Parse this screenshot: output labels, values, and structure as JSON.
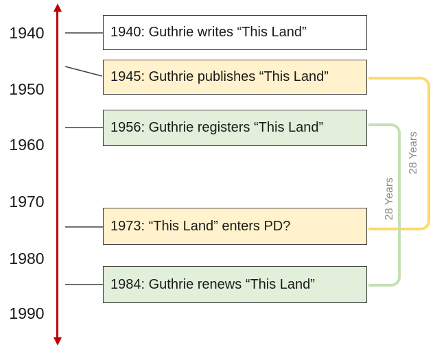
{
  "colors": {
    "axis_red": "#C00000",
    "box_border": "#404040",
    "white_fill": "#FFFFFF",
    "yellow_fill": "#FFF2CC",
    "green_fill": "#E2EFDA",
    "yellow_bracket": "#FFD966",
    "green_bracket": "#C5E0B4",
    "label_gray": "#8A8A8A",
    "connector_gray": "#404040",
    "text_black": "#1A1A1A"
  },
  "axis": {
    "years": [
      "1940",
      "1950",
      "1960",
      "1970",
      "1980",
      "1990"
    ]
  },
  "events": [
    {
      "year": "1940",
      "label": "1940:  Guthrie writes “This Land”",
      "fill": "white"
    },
    {
      "year": "1945",
      "label": "1945:  Guthrie publishes “This Land”",
      "fill": "yellow"
    },
    {
      "year": "1956",
      "label": "1956:  Guthrie registers “This Land”",
      "fill": "green"
    },
    {
      "year": "1973",
      "label": "1973: “This Land” enters PD?",
      "fill": "yellow"
    },
    {
      "year": "1984",
      "label": "1984:  Guthrie renews “This Land”",
      "fill": "green"
    }
  ],
  "brackets": [
    {
      "label": "28 Years",
      "color": "yellow",
      "from": "1945",
      "to": "1973"
    },
    {
      "label": "28 Years",
      "color": "green",
      "from": "1956",
      "to": "1984"
    }
  ]
}
